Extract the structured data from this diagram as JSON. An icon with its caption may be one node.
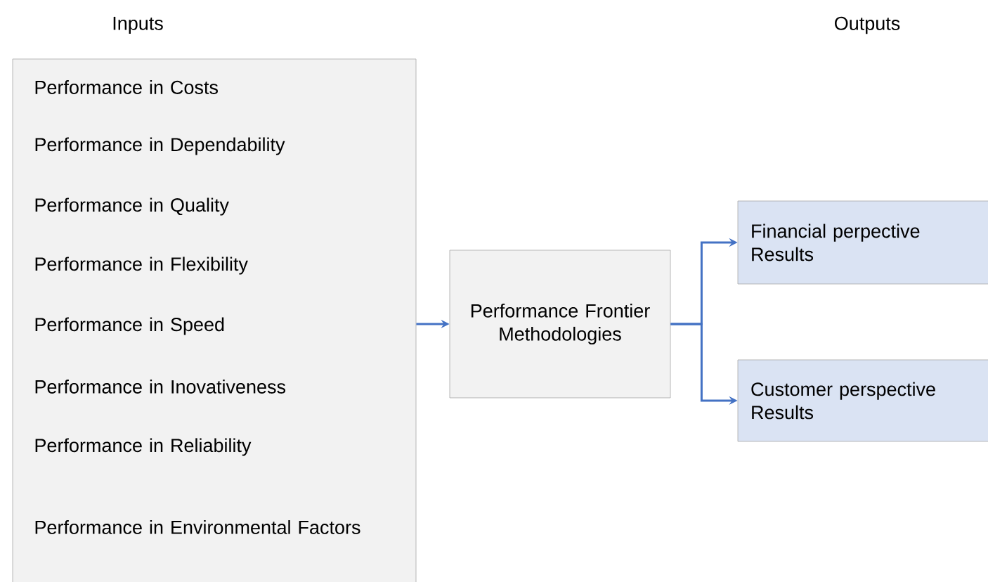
{
  "diagram": {
    "nodes": [
      {
        "text": [
          "Inputs",
          "Performance in Costs",
          "Performance in Dependability",
          "Performance in Quality",
          "Performance in Flexibility",
          "Performance in Speed",
          "Performance in Inovativeness",
          "Performance in Reliability",
          "Performance in Environmental Factors"
        ]
      },
      {
        "text": [
          "Performance Frontier Methodologies"
        ]
      },
      {
        "text": [
          "Financial perpective Results"
        ]
      },
      {
        "text": [
          "Customer perspective Results"
        ]
      }
    ],
    "edges": [
      {
        "from": 0,
        "to": 1,
        "arrow": "to"
      },
      {
        "from": 1,
        "to": 2,
        "arrow": "to"
      },
      {
        "from": 1,
        "to": 3,
        "arrow": "to"
      }
    ],
    "labels": [
      "Outputs"
    ]
  }
}
